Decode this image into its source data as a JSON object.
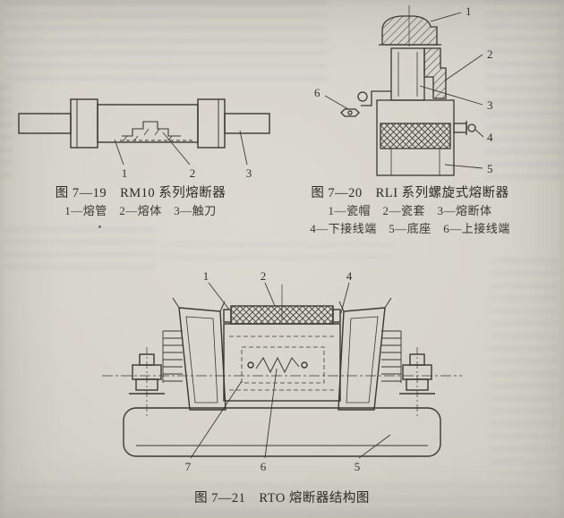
{
  "page": {
    "paper_color": "#d7d4cb",
    "ink_color": "#3a3833",
    "bleed_color": "#67779b"
  },
  "fig19": {
    "caption": "图 7—19　RM10 系列熔断器",
    "legend": "1—熔管　2—熔体　3—触刀",
    "callouts": [
      "1",
      "2",
      "3"
    ]
  },
  "fig20": {
    "caption": "图 7—20　RLI 系列螺旋式熔断器",
    "legend1": "1—瓷帽　2—瓷套　3—熔断体",
    "legend2": "4—下接线端　5—底座　6—上接线端",
    "callouts": [
      "1",
      "2",
      "3",
      "4",
      "5",
      "6"
    ]
  },
  "fig21": {
    "caption": "图 7—21　RTO 熔断器结构图",
    "callouts_top": [
      "1",
      "2",
      "4"
    ],
    "callouts_bottom": [
      "7",
      "6",
      "5"
    ]
  }
}
